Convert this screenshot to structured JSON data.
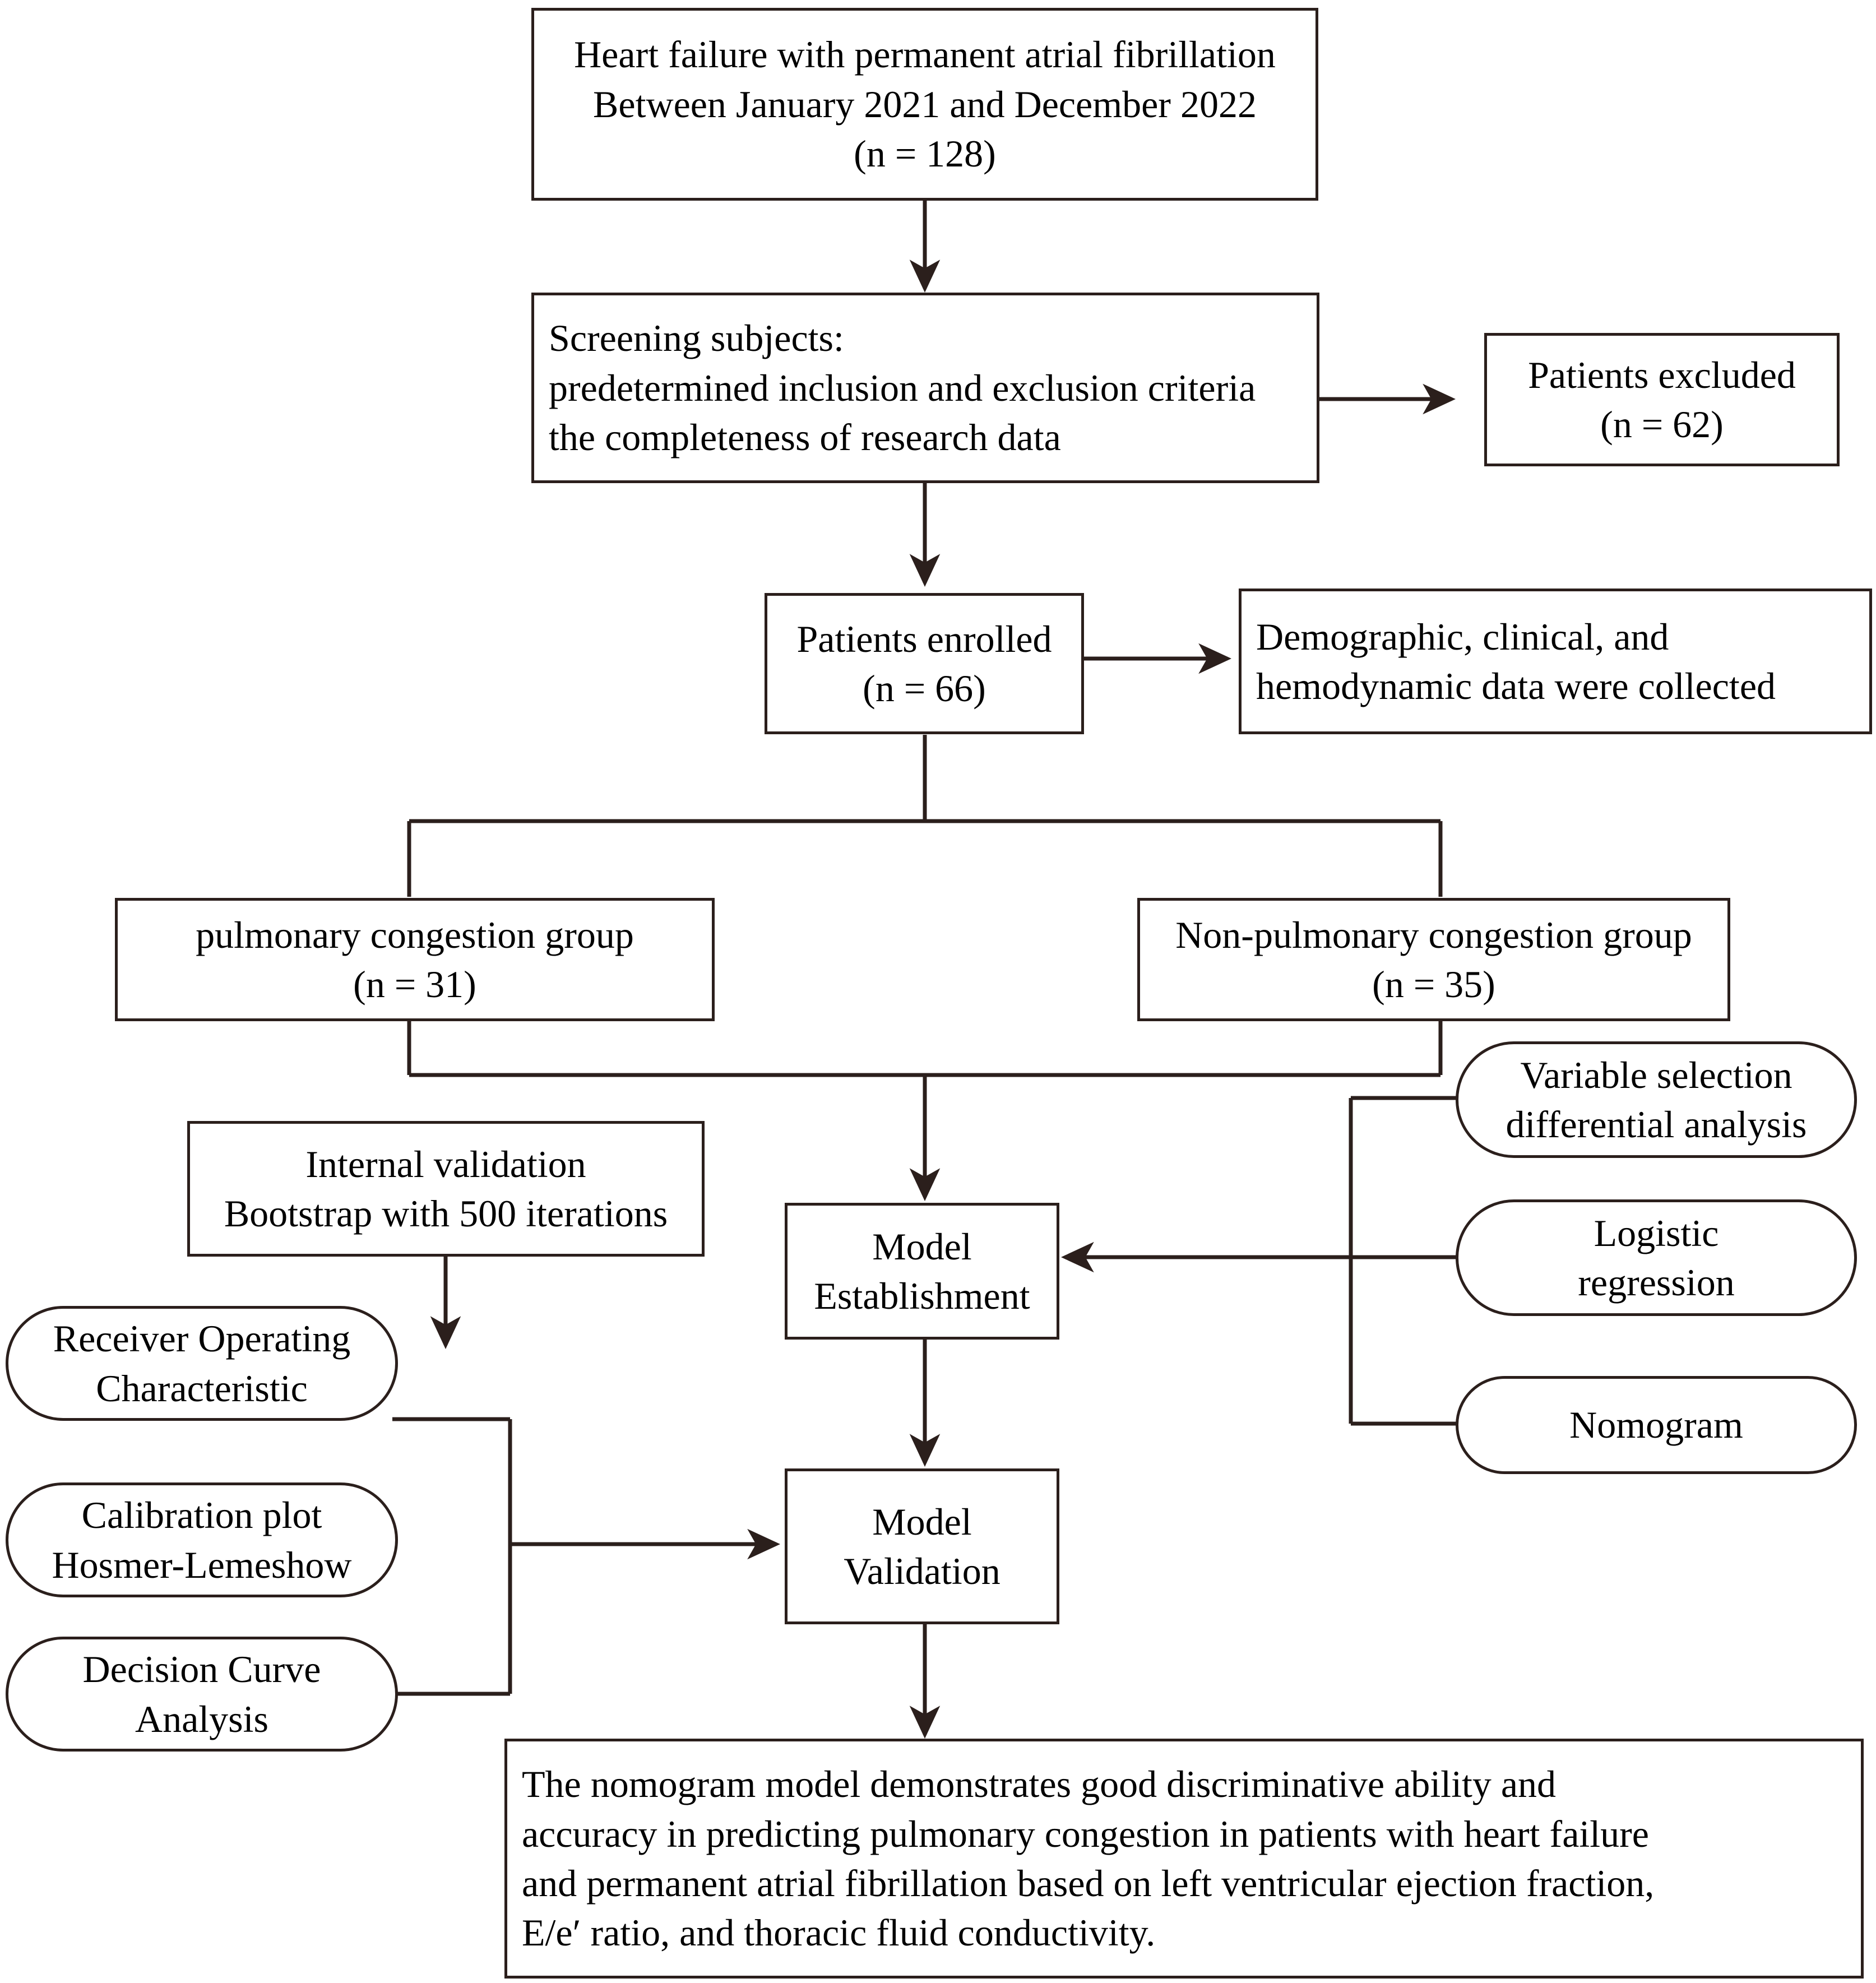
{
  "diagram": {
    "title": "Study flow diagram: nomogram model for pulmonary congestion in heart failure with permanent atrial fibrillation",
    "stroke_color": "#2b1f1c",
    "background_color": "#ffffff",
    "text_color": "#000000"
  },
  "nodes": {
    "source_population": {
      "shape": "rectangle",
      "line1": "Heart failure with permanent atrial fibrillation",
      "line2": "Between January 2021 and December 2022",
      "line3": "(n = 128)",
      "n": 128
    },
    "screening": {
      "shape": "rectangle",
      "line1": "Screening subjects:",
      "line2": "predetermined inclusion and exclusion criteria",
      "line3": "the completeness of research data"
    },
    "excluded": {
      "shape": "rectangle",
      "line1": "Patients excluded",
      "line2": "(n = 62)",
      "n": 62
    },
    "enrolled": {
      "shape": "rectangle",
      "line1": "Patients enrolled",
      "line2": "(n = 66)",
      "n": 66
    },
    "data_collected": {
      "shape": "rectangle",
      "line1": "Demographic, clinical, and",
      "line2": "hemodynamic data were collected"
    },
    "congestion_group": {
      "shape": "rectangle",
      "line1": "pulmonary congestion group",
      "line2": "(n = 31)",
      "n": 31
    },
    "non_congestion_group": {
      "shape": "rectangle",
      "line1": "Non-pulmonary congestion group",
      "line2": "(n = 35)",
      "n": 35
    },
    "internal_validation": {
      "shape": "rectangle",
      "line1": "Internal validation",
      "line2": "Bootstrap with 500 iterations",
      "iterations": 500
    },
    "model_establishment": {
      "shape": "rectangle",
      "line1": "Model",
      "line2": "Establishment"
    },
    "model_validation": {
      "shape": "rectangle",
      "line1": "Model",
      "line2": "Validation"
    },
    "variable_selection": {
      "shape": "pill",
      "line1": "Variable selection",
      "line2": "differential analysis"
    },
    "logistic_regression": {
      "shape": "pill",
      "line1": "Logistic",
      "line2": "regression"
    },
    "nomogram": {
      "shape": "pill",
      "line1": "Nomogram",
      "line2": ""
    },
    "roc": {
      "shape": "pill",
      "line1": "Receiver Operating",
      "line2": "Characteristic"
    },
    "calibration": {
      "shape": "pill",
      "line1": "Calibration plot",
      "line2": "Hosmer-Lemeshow"
    },
    "dca": {
      "shape": "pill",
      "line1": "Decision Curve",
      "line2": "Analysis"
    },
    "conclusion": {
      "shape": "rectangle",
      "line1": "The nomogram model demonstrates good discriminative ability and",
      "line2": "accuracy in predicting pulmonary congestion in patients with heart failure",
      "line3": "and permanent atrial fibrillation based on left ventricular ejection fraction,",
      "line4": "E/e′ ratio, and thoracic fluid conductivity."
    }
  }
}
